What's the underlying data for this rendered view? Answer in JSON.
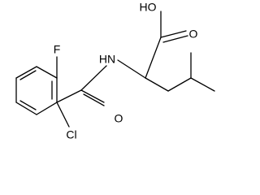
{
  "molecule": {
    "atoms": {
      "hydroxyl": "HO",
      "carbonyl_oxygen_acid": "O",
      "fluorine": "F",
      "amide_nitrogen": "HN",
      "amide_oxygen": "O",
      "chlorine": "Cl"
    }
  }
}
